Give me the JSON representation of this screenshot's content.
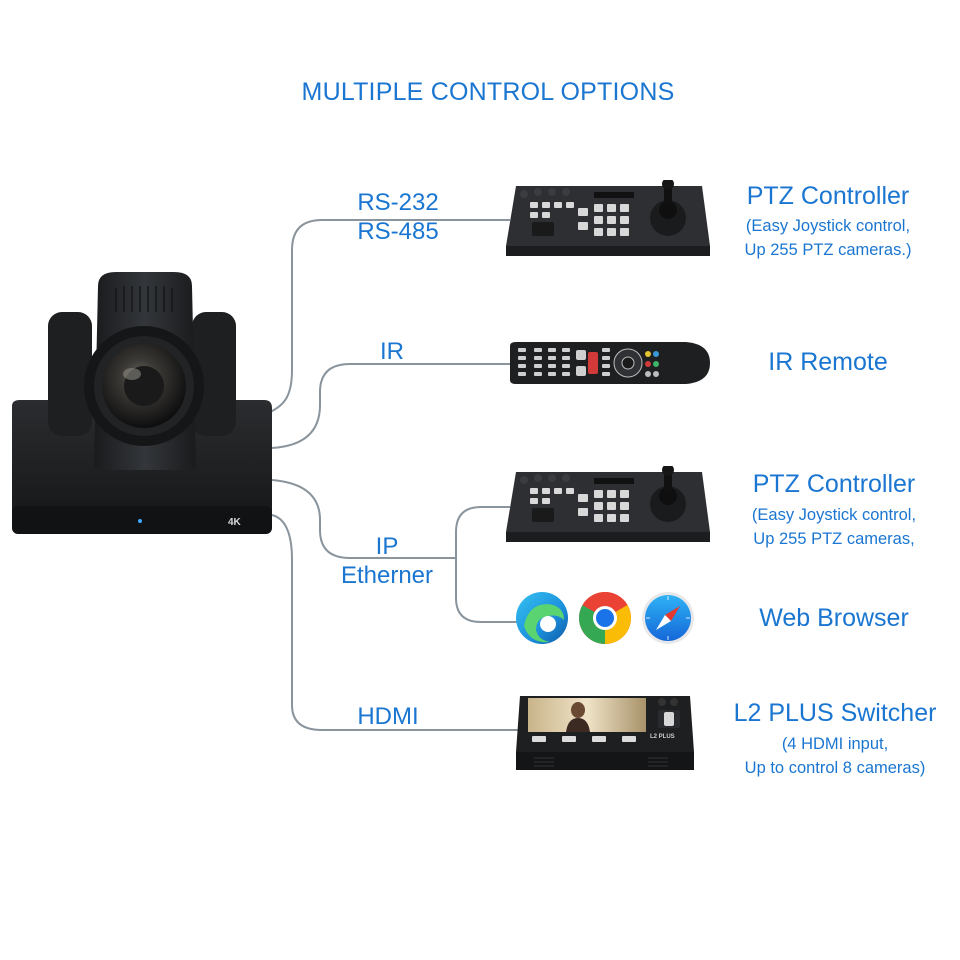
{
  "title": "MULTIPLE CONTROL OPTIONS",
  "camera": {
    "badge": "4K"
  },
  "connections": {
    "serial": [
      "RS-232",
      "RS-485"
    ],
    "ir": "IR",
    "ip": [
      "IP",
      "Etherner"
    ],
    "hdmi": "HDMI"
  },
  "devices": {
    "ptz1": {
      "title": "PTZ Controller",
      "sub": [
        "(Easy Joystick control,",
        "Up 255 PTZ cameras.)"
      ]
    },
    "ir_remote": {
      "title": "IR Remote"
    },
    "ptz2": {
      "title": "PTZ Controller",
      "sub": [
        "(Easy Joystick control,",
        "Up 255 PTZ cameras,"
      ]
    },
    "web": {
      "title": "Web Browser"
    },
    "switcher": {
      "title": "L2 PLUS Switcher",
      "sub": [
        "(4 HDMI input,",
        "Up to control 8 cameras)"
      ],
      "panel_label": "L2 PLUS"
    }
  },
  "colors": {
    "accent": "#1a76d1",
    "line": "#8a949c",
    "device": "#2b2d30"
  },
  "icons": [
    "edge-browser-icon",
    "chrome-browser-icon",
    "safari-browser-icon"
  ]
}
